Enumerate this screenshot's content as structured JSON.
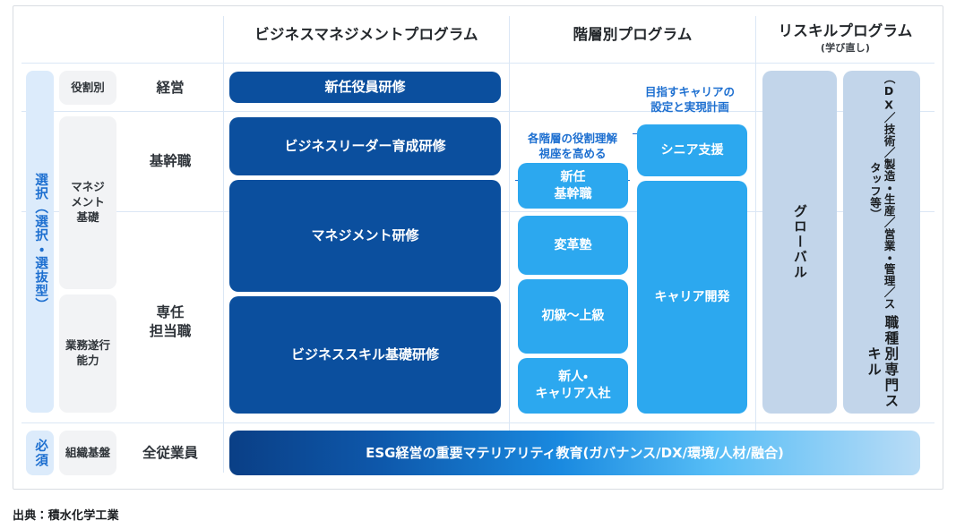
{
  "source_note": "出典：積水化学工業",
  "columns": [
    {
      "id": "business-management",
      "title": "ビジネスマネジメントプログラム",
      "subtitle": ""
    },
    {
      "id": "tiered",
      "title": "階層別プログラム",
      "subtitle": ""
    },
    {
      "id": "reskill",
      "title": "リスキルプログラム",
      "subtitle": "(学び直し)"
    }
  ],
  "category_chips": [
    {
      "id": "selective",
      "label": "選択（選択・選抜型）",
      "color": "#dcebfb",
      "text_color": "#1d6fd0"
    },
    {
      "id": "mandatory",
      "label": "必須",
      "color": "#dcebfb",
      "text_color": "#1d6fd0"
    }
  ],
  "capability_chips": [
    {
      "id": "by-role",
      "label": "役割別"
    },
    {
      "id": "management-basics",
      "label": "マネジ\nメント\n基礎"
    },
    {
      "id": "job-execution",
      "label": "業務遂行\n能力"
    },
    {
      "id": "org-foundation",
      "label": "組織基盤"
    }
  ],
  "role_levels": [
    {
      "id": "executive",
      "label": "経営"
    },
    {
      "id": "core-staff",
      "label": "基幹職"
    },
    {
      "id": "specialist",
      "label": "専任\n担当職"
    },
    {
      "id": "all-employees",
      "label": "全従業員"
    }
  ],
  "business_management_boxes": [
    {
      "id": "new-executive-training",
      "label": "新任役員研修"
    },
    {
      "id": "business-leader-training",
      "label": "ビジネスリーダー育成研修"
    },
    {
      "id": "management-training",
      "label": "マネジメント研修"
    },
    {
      "id": "business-skill-basic-training",
      "label": "ビジネススキル基礎研修"
    }
  ],
  "tiered_boxes_left": [
    {
      "id": "new-core-staff",
      "label": "新任\n基幹職"
    },
    {
      "id": "transformation-juku",
      "label": "変革塾"
    },
    {
      "id": "beginner-to-advanced",
      "label": "初級〜上級"
    },
    {
      "id": "newcomer-career-hire",
      "label": "新人・\nキャリア入社"
    }
  ],
  "tiered_boxes_right": [
    {
      "id": "senior-support",
      "label": "シニア支援"
    },
    {
      "id": "career-development",
      "label": "キャリア開発"
    }
  ],
  "reskill_boxes": [
    {
      "id": "global",
      "label": "グローバル"
    },
    {
      "id": "job-specific-skill",
      "label": "職種別専門スキル"
    },
    {
      "id": "job-specific-skill-detail",
      "label": "（DX／技術／製造・生産／営業・管理／スタッフ等）"
    }
  ],
  "annotations": [
    {
      "id": "role-understanding",
      "label": "各階層の役割理解\n視座を高める"
    },
    {
      "id": "career-goal-plan",
      "label": "目指すキャリアの\n設定と実現計画"
    }
  ],
  "bottom_bar": {
    "id": "esg-materiality-education",
    "label": "ESG経営の重要マテリアリティ教育(ガバナンス/DX/環境/人材/融合)"
  },
  "colors": {
    "dark_blue": "#0b4f9e",
    "light_blue": "#2ca8ef",
    "pale_blue": "#c2d5ea",
    "chip_blue": "#dcebfb",
    "chip_grey": "#f2f3f5",
    "grid_line": "#dbe7f5",
    "accent_text": "#1d6fd0"
  }
}
